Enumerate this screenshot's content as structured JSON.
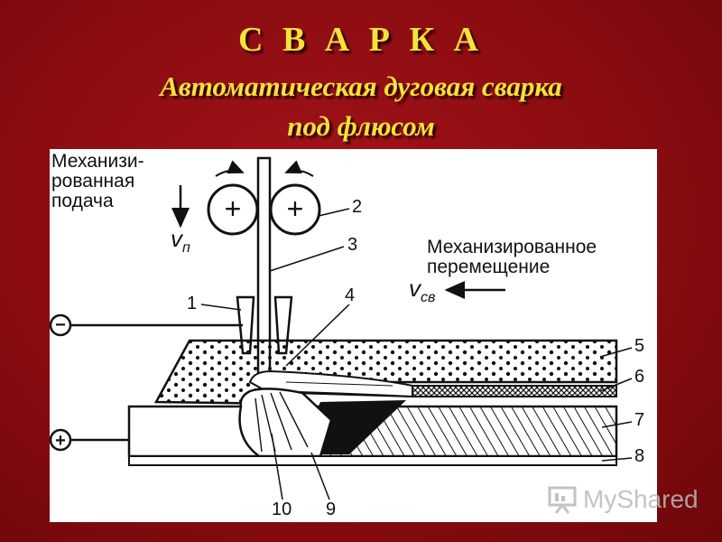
{
  "slide": {
    "title": "С В А Р К А",
    "subtitle_line1": "Автоматическая  дуговая сварка",
    "subtitle_line2": "под флюсом",
    "title_color": "#f5e23a",
    "background_color": "#8a0c10"
  },
  "diagram": {
    "feed_label": [
      "Механизи-",
      "рованная",
      "подача"
    ],
    "feed_velocity": "v",
    "feed_velocity_sub": "п",
    "travel_label": [
      "Механизированное",
      "перемещение"
    ],
    "travel_velocity": "v",
    "travel_velocity_sub": "св",
    "polarity_minus": "−",
    "polarity_plus": "+",
    "callouts": [
      "1",
      "2",
      "3",
      "4",
      "5",
      "6",
      "7",
      "8",
      "9",
      "10"
    ],
    "roller_symbol": "+"
  },
  "watermark": {
    "text": "MyShared"
  }
}
